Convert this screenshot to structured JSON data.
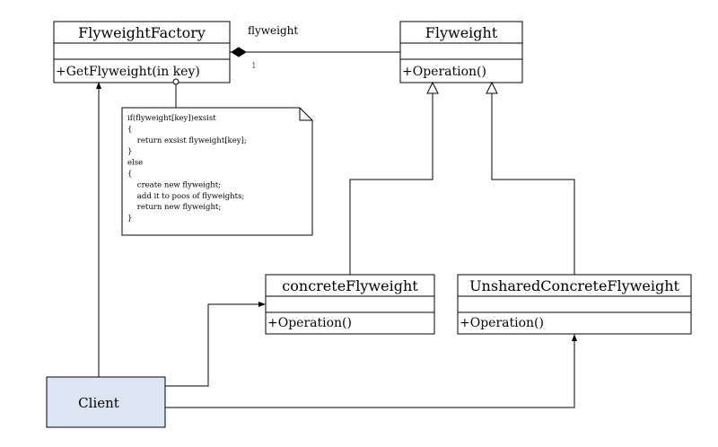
{
  "classes": {
    "flyweight_factory": {
      "name": "FlyweightFactory",
      "operations": [
        "+GetFlyweight(in key)"
      ]
    },
    "flyweight": {
      "name": "Flyweight",
      "operations": [
        "+Operation()"
      ]
    },
    "concrete_flyweight": {
      "name": "concreteFlyweight",
      "operations": [
        "+Operation()"
      ]
    },
    "unshared_concrete_flyweight": {
      "name": "UnsharedConcreteFlyweight",
      "operations": [
        "+Operation()"
      ]
    },
    "client": {
      "name": "Client"
    }
  },
  "association": {
    "role": "flyweight",
    "multiplicity": "1"
  },
  "note": {
    "lines": [
      "if(flyweight[key])exsist",
      "{",
      "  return exsist flyweight[key];",
      "}",
      "else",
      "{",
      "  create new flyweight;",
      "  add it to poos of flyweights;",
      "  return new flyweight;",
      "}"
    ]
  },
  "colors": {
    "client_fill": "#dce6f2",
    "line": "#000000"
  }
}
